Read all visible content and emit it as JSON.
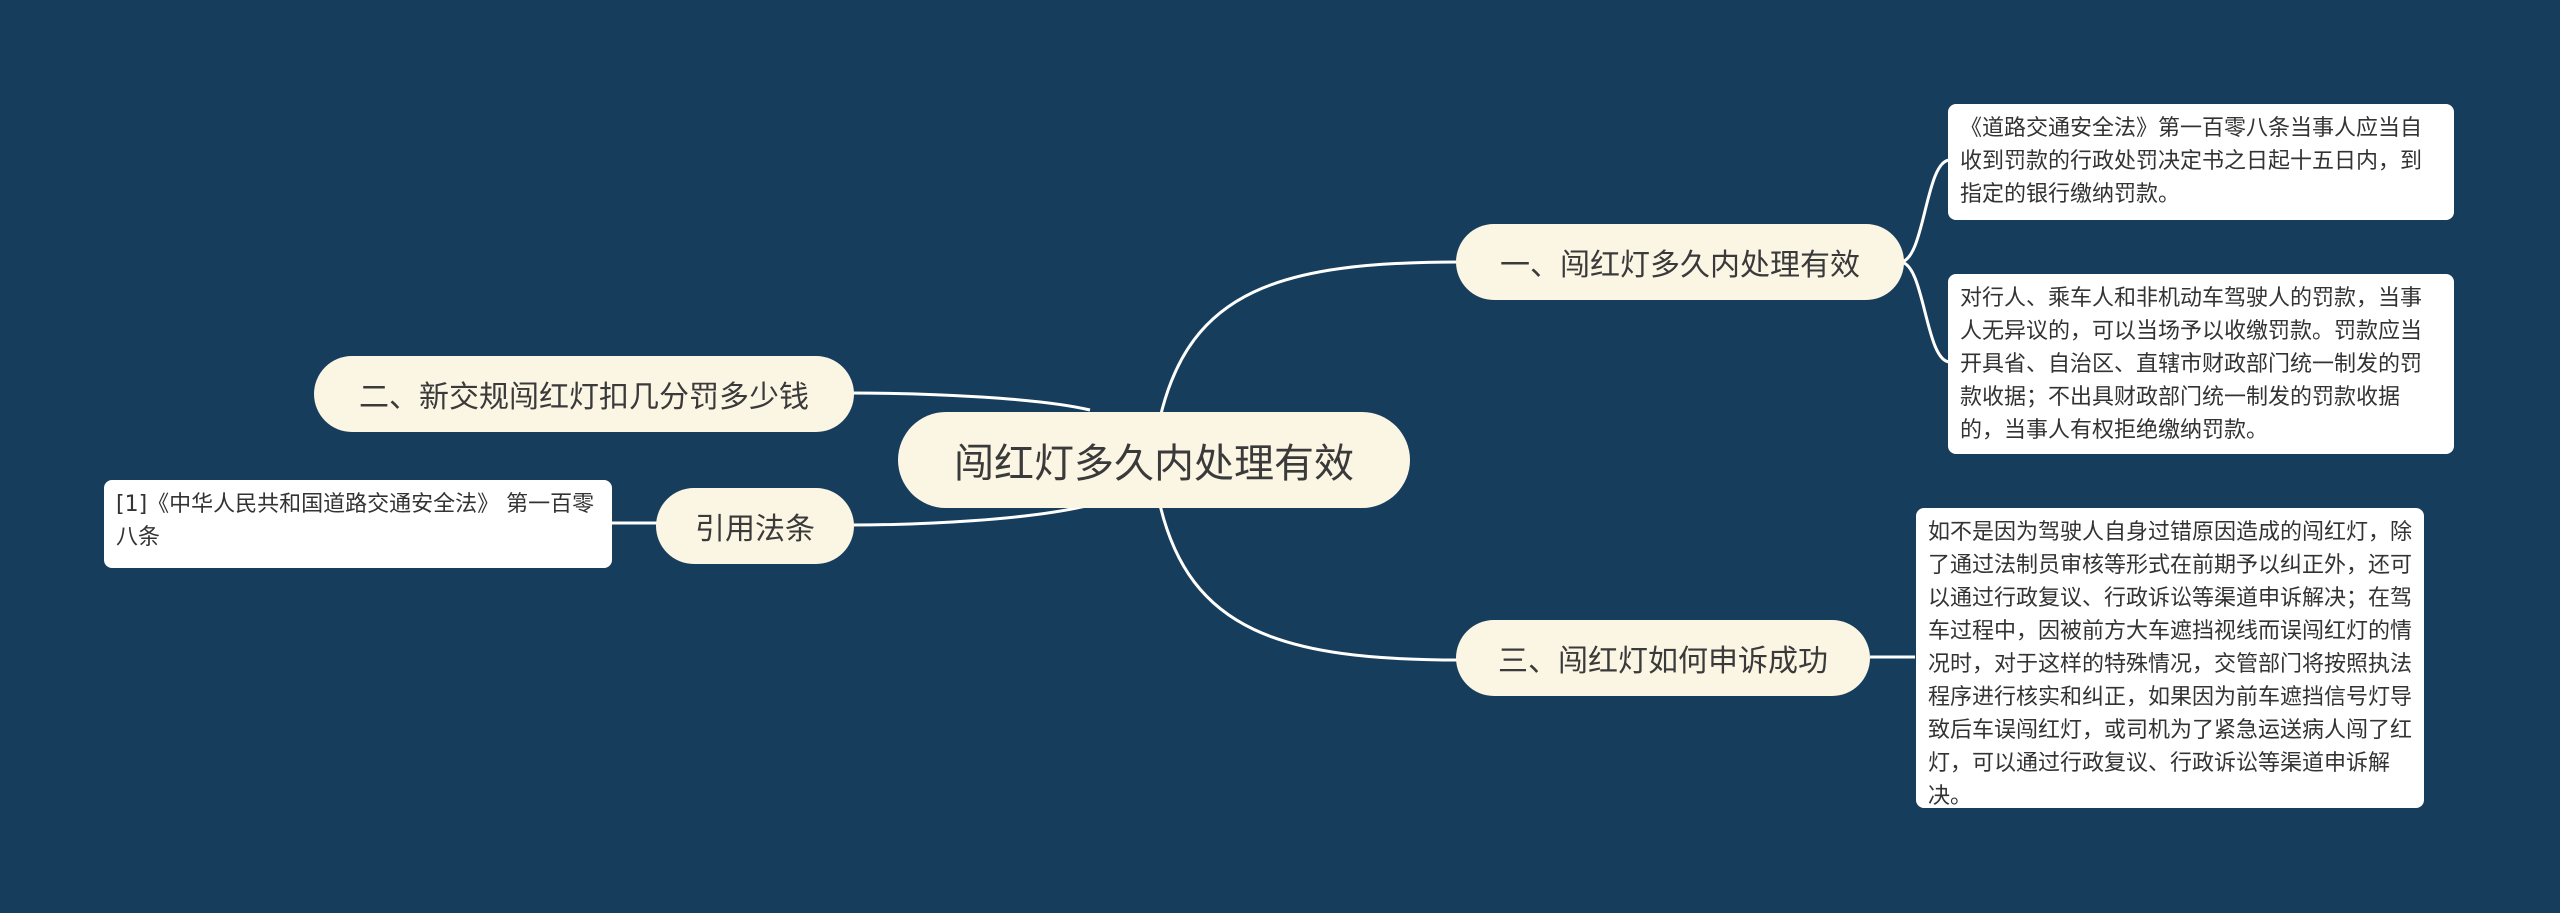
{
  "center": {
    "label": "闯红灯多久内处理有效"
  },
  "branches": [
    {
      "label": "一、闯红灯多久内处理有效"
    },
    {
      "label": "二、新交规闯红灯扣几分罚多少钱"
    },
    {
      "label": "引用法条"
    },
    {
      "label": "三、闯红灯如何申诉成功"
    }
  ],
  "leaves": [
    {
      "text": "《道路交通安全法》第一百零八条当事人应当自收到罚款的行政处罚决定书之日起十五日内，到指定的银行缴纳罚款。"
    },
    {
      "text": "对行人、乘车人和非机动车驾驶人的罚款，当事人无异议的，可以当场予以收缴罚款。罚款应当开具省、自治区、直辖市财政部门统一制发的罚款收据；不出具财政部门统一制发的罚款收据的，当事人有权拒绝缴纳罚款。"
    },
    {
      "text": "[1]《中华人民共和国道路交通安全法》 第一百零八条"
    },
    {
      "text": "如不是因为驾驶人自身过错原因造成的闯红灯，除了通过法制员审核等形式在前期予以纠正外，还可以通过行政复议、行政诉讼等渠道申诉解决；在驾车过程中，因被前方大车遮挡视线而误闯红灯的情况时，对于这样的特殊情况，交管部门将按照执法程序进行核实和纠正，如果因为前车遮挡信号灯导致后车误闯红灯，或司机为了紧急运送病人闯了红灯，可以通过行政复议、行政诉讼等渠道申诉解决。"
    }
  ],
  "colors": {
    "background": "#163d5c",
    "node_fill": "#fbf5e4",
    "leaf_fill": "#ffffff",
    "link": "#ffffff"
  }
}
